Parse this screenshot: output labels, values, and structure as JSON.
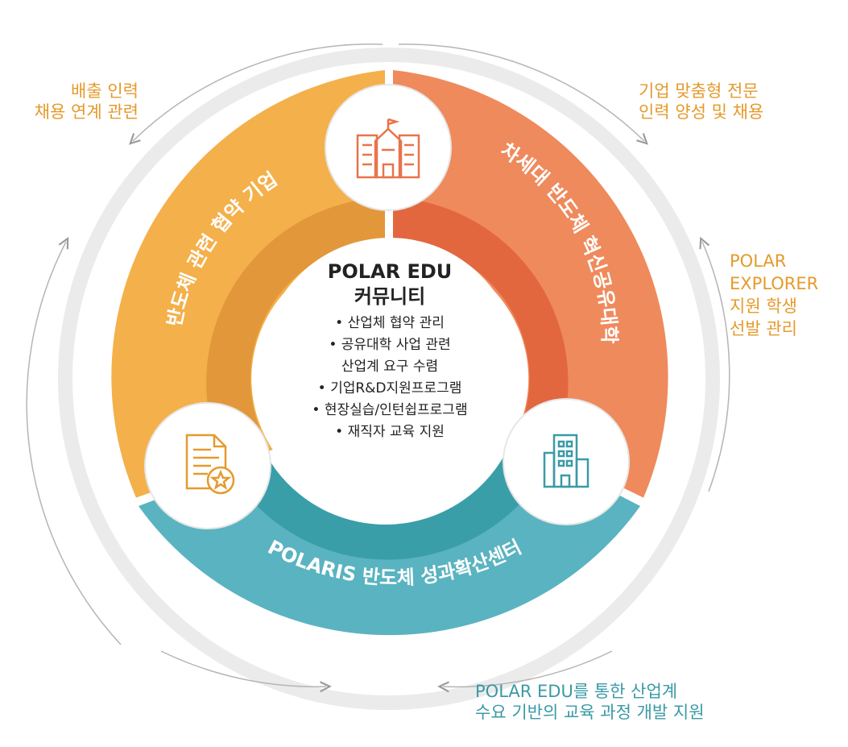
{
  "colors": {
    "yellow": "#f4b04a",
    "yellow_inner": "#e2973a",
    "coral": "#ef8a5c",
    "coral_inner": "#e2673f",
    "teal": "#5ab3c0",
    "teal_inner": "#3a9ea9",
    "ring": "#ececec",
    "orange_text": "#e59a2c",
    "teal_text": "#3a9aa6"
  },
  "side_labels": {
    "top_left": [
      "배출 인력",
      "채용 연계 관련"
    ],
    "top_right": [
      "기업 맞춤형 전문",
      "인력 양성 및 채용"
    ],
    "right": [
      "POLAR",
      "EXPLORER",
      "지원 학생",
      "선발 관리"
    ],
    "bottom": [
      "POLAR EDU를 통한 산업계",
      "수요 기반의 교육 과정 개발 지원"
    ]
  },
  "segments": {
    "left": "반도체 관련 협약 기업",
    "right": "차세대 반도체 혁신공유대학",
    "bottom": "POLARIS 반도체 성과확산센터"
  },
  "center": {
    "title": "POLAR EDU",
    "subtitle": "커뮤니티",
    "items": [
      "• 산업체 협약 관리",
      "• 공유대학 사업 관련",
      "산업계 요구 수렴",
      "• 기업R&D지원프로그램",
      "• 현장실습/인턴쉽프로그램",
      "• 재직자 교육 지원"
    ]
  },
  "icons": {
    "top": "university-building-icon",
    "left": "document-star-icon",
    "right": "office-building-icon"
  }
}
